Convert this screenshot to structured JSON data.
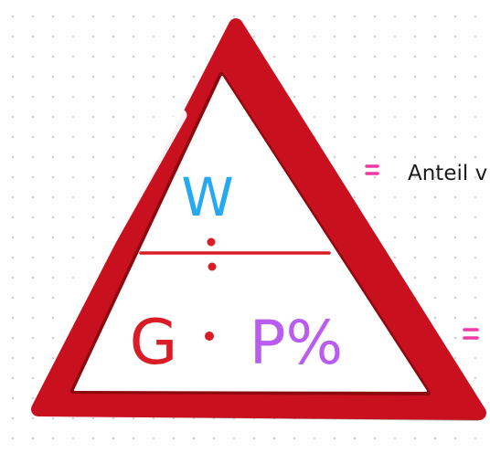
{
  "diagram": {
    "top_label": "W",
    "bottom_left_label": "G",
    "bottom_right_label": "P%",
    "division_dots": ":",
    "multiply_dot": "·",
    "side_text_1": "Anteil v",
    "equals_1": "=",
    "equals_2": "="
  },
  "colors": {
    "frame": "#c8101e",
    "frame_dark": "#8e0810",
    "w_label": "#27a9f2",
    "g_label": "#d91c26",
    "p_label": "#b95cf0",
    "equals": "#f03aa3",
    "text": "#1a1a1a",
    "grid_dots": "#cfcfcf"
  }
}
